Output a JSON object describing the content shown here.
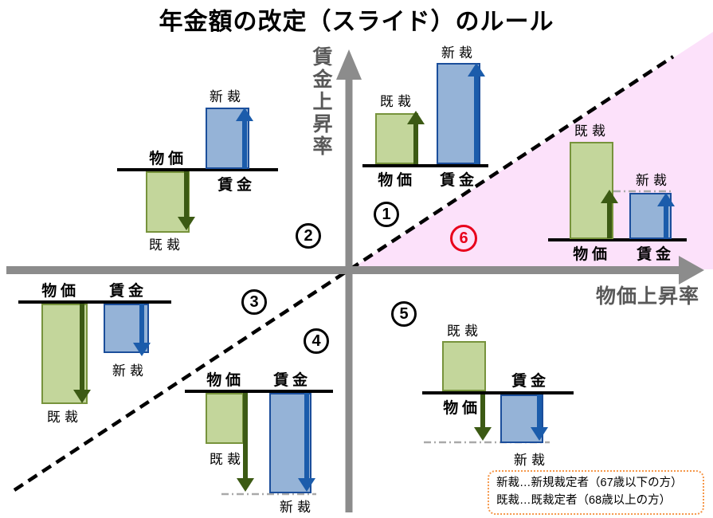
{
  "title": "年金額の改定（スライド）のルール",
  "axes": {
    "y": "賃金上昇率",
    "x": "物価上昇率"
  },
  "terms": {
    "price": "物価",
    "wage": "賃金",
    "existing": "既裁",
    "new": "新裁"
  },
  "regions": {
    "q1": "1",
    "q2": "2",
    "q3": "3",
    "q4": "4",
    "q5": "5",
    "q6": "6"
  },
  "quadrant_charts": {
    "q1": {
      "price_bar": "up-small with green up-arrow",
      "wage_bar": "up-large with blue up-arrow"
    },
    "q2": {
      "price_bar": "down with green down-arrow",
      "wage_bar": "up with blue up-arrow"
    },
    "q3": {
      "price_bar": "down-large with green down-arrow",
      "wage_bar": "down-small with blue down-arrow"
    },
    "q4": {
      "price_bar": "down-small, green arrow extends down to wage level (dash-dot line)",
      "wage_bar": "down-large with blue down-arrow"
    },
    "q5": {
      "price_bar": "up, but green arrow points down to wage level (dash-dot line)",
      "wage_bar": "down with blue down-arrow"
    },
    "q6": {
      "price_bar": "up-large, green arrow only up to wage level (dash-dot line)",
      "wage_bar": "up-small with blue up-arrow",
      "highlighted": "pink region, red number"
    }
  },
  "legend": {
    "line1": "新裁…新規裁定者（67歳以下の方）",
    "line2": "既裁…既裁定者（68歳以上の方）"
  },
  "colors": {
    "price_bar_fill": "#c3d69b",
    "price_bar_border": "#77933c",
    "price_arrow": "#3c5a14",
    "wage_bar_fill": "#95b3d7",
    "wage_bar_border": "#1b4e9b",
    "wage_arrow": "#1b5cab",
    "highlight_region": "#fce1fa",
    "region6_accent": "#e8001c",
    "axis_gray": "#8c8c8c",
    "axis_label_gray": "#595959",
    "legend_border": "#f5974a"
  }
}
